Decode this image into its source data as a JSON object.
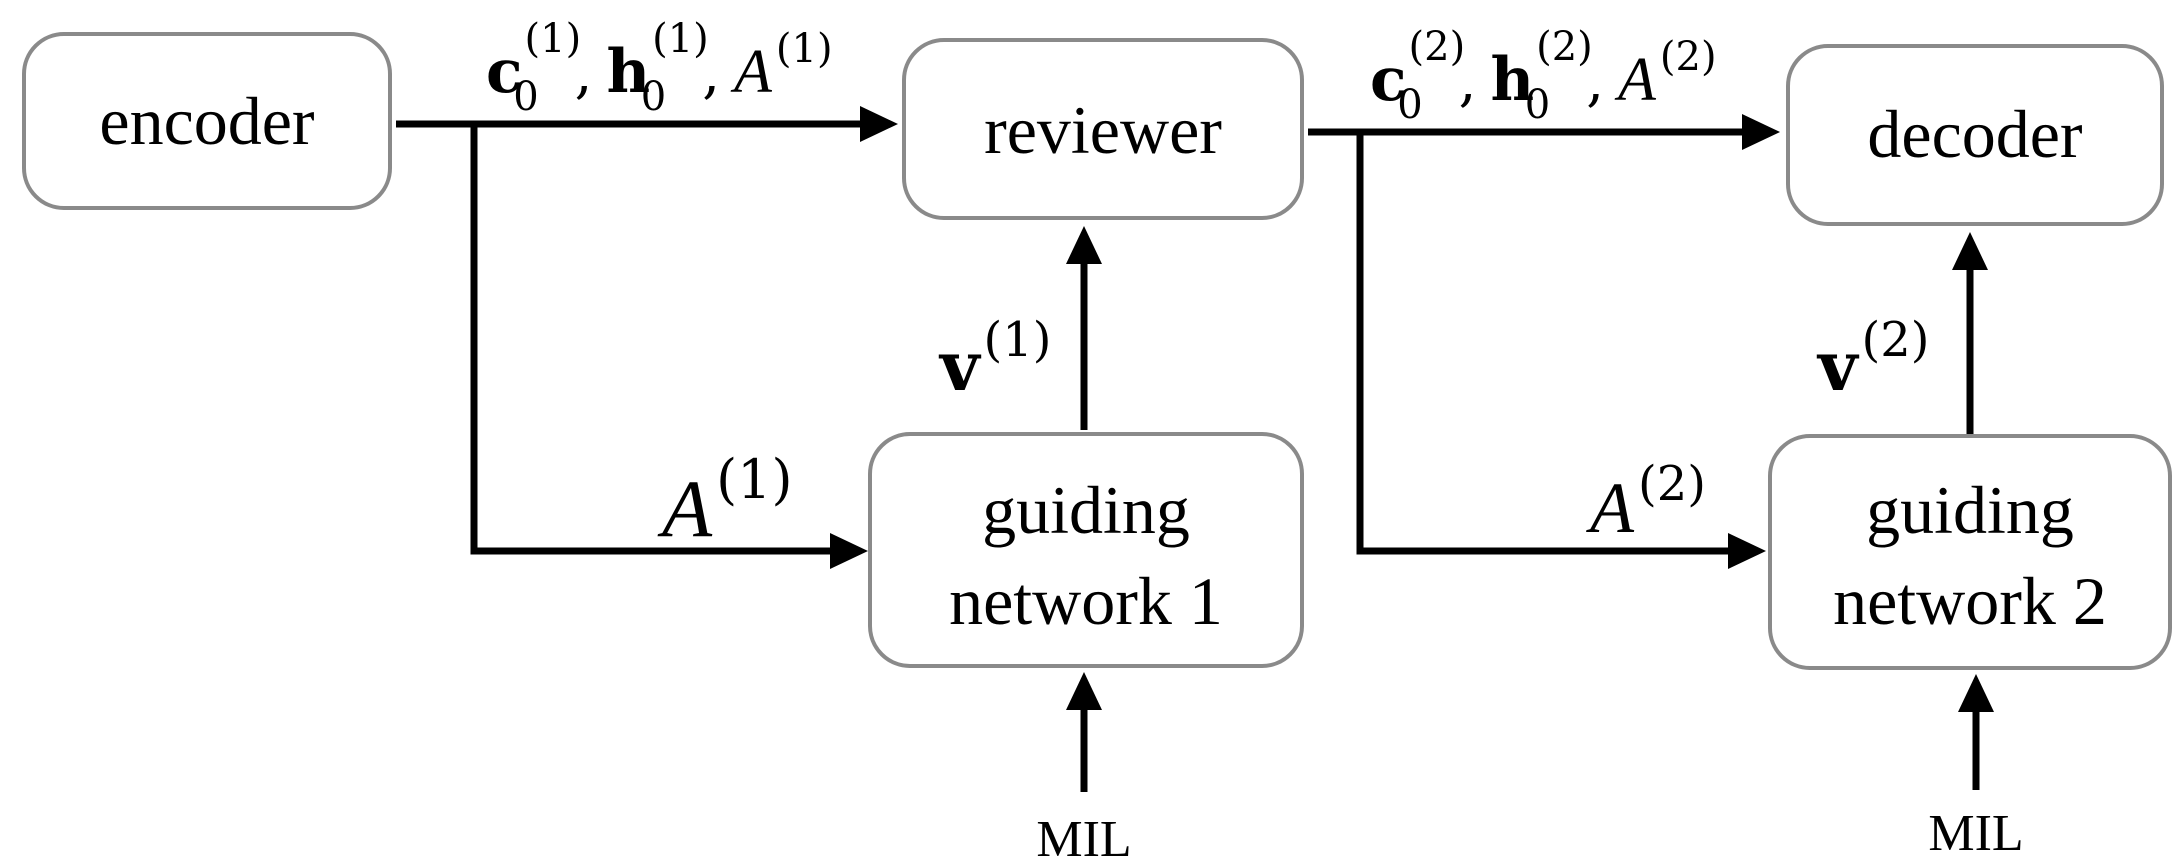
{
  "nodes": {
    "encoder": "encoder",
    "reviewer": "reviewer",
    "decoder": "decoder",
    "guiding_network_1": [
      "guiding",
      "network 1"
    ],
    "guiding_network_2": [
      "guiding",
      "network 2"
    ]
  },
  "inputs": {
    "mil_1": "MIL",
    "mil_2": "MIL"
  },
  "edge_labels": {
    "encoder_to_reviewer": {
      "c": "c",
      "c_sub": "0",
      "c_sup": "(1)",
      "h": "h",
      "h_sub": "0",
      "h_sup": "(1)",
      "a": "A",
      "a_sup": "(1)",
      "sep": ","
    },
    "reviewer_to_decoder": {
      "c": "c",
      "c_sub": "0",
      "c_sup": "(2)",
      "h": "h",
      "h_sub": "0",
      "h_sup": "(2)",
      "a": "A",
      "a_sup": "(2)",
      "sep": ","
    },
    "to_guiding_1": {
      "a": "A",
      "a_sup": "(1)"
    },
    "to_guiding_2": {
      "a": "A",
      "a_sup": "(2)"
    },
    "guiding_1_to_reviewer": {
      "v": "v",
      "v_sup": "(1)"
    },
    "guiding_2_to_decoder": {
      "v": "v",
      "v_sup": "(2)"
    }
  }
}
